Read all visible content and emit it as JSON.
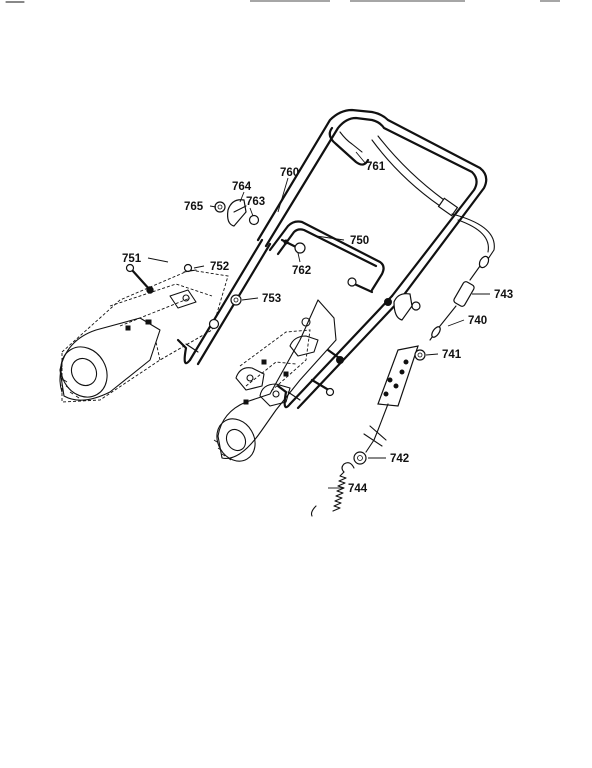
{
  "labels": {
    "p740": "740",
    "p741": "741",
    "p742": "742",
    "p743": "743",
    "p744": "744",
    "p750": "750",
    "p751": "751",
    "p752": "752",
    "p753": "753",
    "p760": "760",
    "p761": "761",
    "p762": "762",
    "p763": "763",
    "p764": "764",
    "p765": "765"
  }
}
